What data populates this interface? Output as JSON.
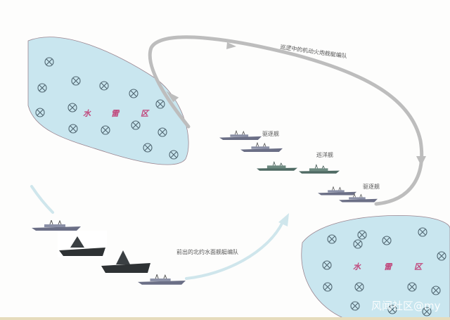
{
  "labels": {
    "patrol_formation": "巡逻中的机动火炮舰艇编队",
    "destroyer_top": "驱逐舰",
    "cruiser": "巡洋舰",
    "destroyer_bottom": "驱逐舰",
    "nato_formation": "前出的北约水面舰艇编队"
  },
  "minefields": [
    {
      "chars": [
        "水",
        "雷",
        "区"
      ]
    },
    {
      "chars": [
        "水",
        "雷",
        "区"
      ]
    }
  ],
  "watermark": "风闻社区@my",
  "colors": {
    "minefield": "#c9e6ef",
    "mine_text": "#c0457a",
    "patrol_arrow": "#bdbdbd",
    "nato_arrow": "#cfe6ec"
  }
}
